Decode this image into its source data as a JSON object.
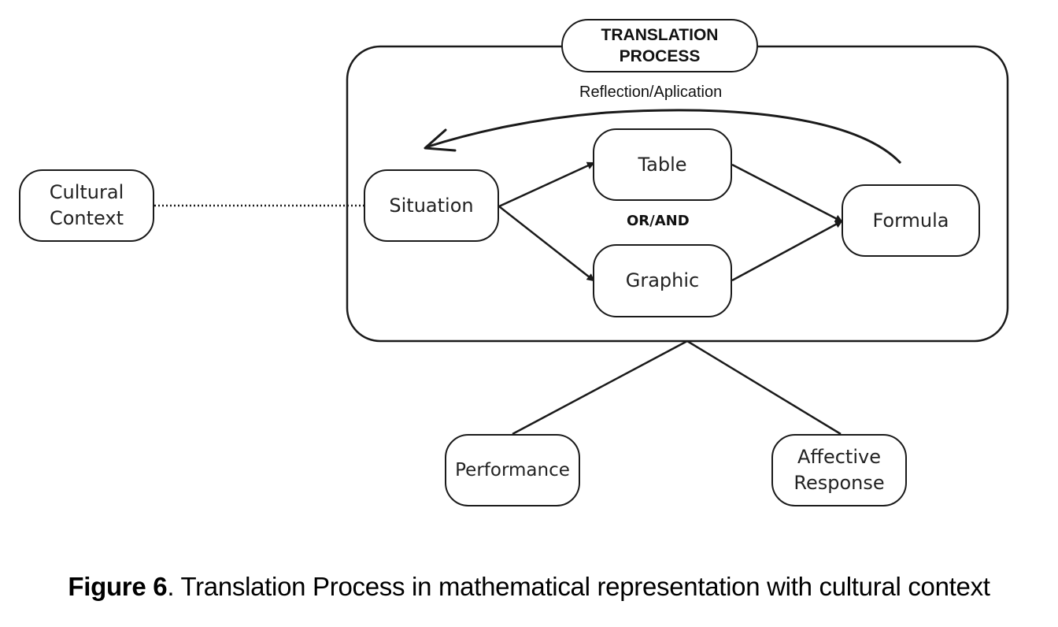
{
  "diagram": {
    "title": "TRANSLATION\nPROCESS",
    "loop_label": "Reflection/Aplication",
    "connector_label": "OR/AND",
    "nodes": {
      "cultural_context": "Cultural\nContext",
      "situation": "Situation",
      "table": "Table",
      "graphic": "Graphic",
      "formula": "Formula",
      "performance": "Performance",
      "affective_response": "Affective\nResponse"
    }
  },
  "caption": {
    "figure_label": "Figure 6",
    "text": ". Translation Process in mathematical representation with cultural context"
  }
}
